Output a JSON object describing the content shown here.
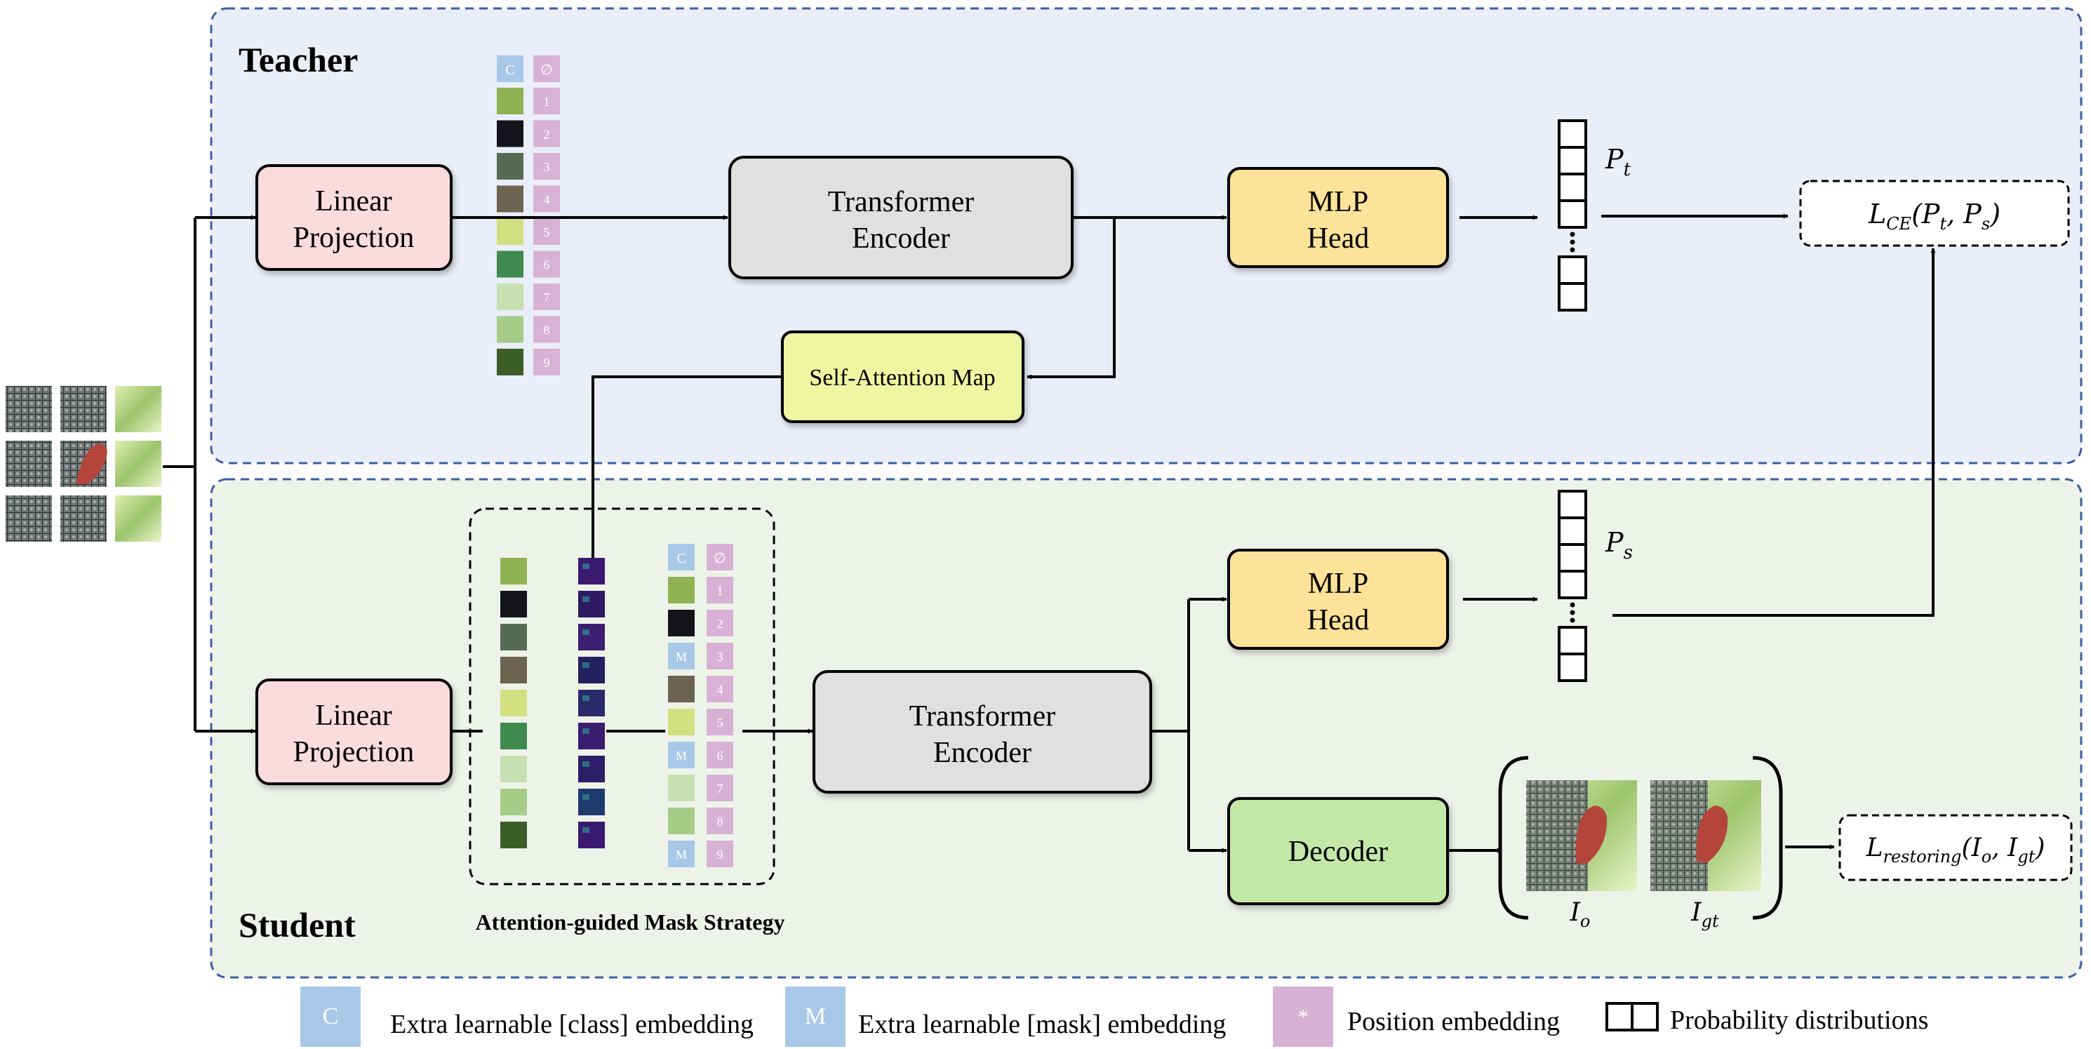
{
  "panels": {
    "teacher_title": "Teacher",
    "student_title": "Student"
  },
  "blocks": {
    "teacher_linear_projection": [
      "Linear",
      "Projection"
    ],
    "teacher_transformer_encoder": [
      "Transformer",
      "Encoder"
    ],
    "teacher_mlp_head": [
      "MLP",
      "Head"
    ],
    "self_attention_map": "Self-Attention Map",
    "student_linear_projection": [
      "Linear",
      "Projection"
    ],
    "student_transformer_encoder": [
      "Transformer",
      "Encoder"
    ],
    "student_mlp_head": [
      "MLP",
      "Head"
    ],
    "decoder": "Decoder"
  },
  "tokens": {
    "class_symbol": "C",
    "mask_symbol": "M",
    "position_empty": "∅",
    "position_numbers": [
      "1",
      "2",
      "3",
      "4",
      "5",
      "6",
      "7",
      "8",
      "9"
    ],
    "teacher_patch_colors": [
      "#8fb253",
      "#15141b",
      "#566b54",
      "#6c6450",
      "#d3e082",
      "#3e8a4f",
      "#c7e0b3",
      "#a6cc88",
      "#3b5e28"
    ],
    "student_patch_colors": [
      "#8fb253",
      "#15141b",
      "#566b54",
      "#6c6450",
      "#d3e082",
      "#3e8a4f",
      "#c7e0b3",
      "#a6cc88",
      "#3b5e28"
    ],
    "student_masked_sequence": [
      "#8fb253",
      "#15141b",
      "M",
      "#6c6450",
      "#d3e082",
      "M",
      "#c7e0b3",
      "#a6cc88",
      "M"
    ],
    "attention_colors": [
      "#3a1a6e",
      "#2e1b63",
      "#3d1f72",
      "#24215f",
      "#2a2a6a",
      "#3b1d70",
      "#2c1e66",
      "#1f3a6d",
      "#3a1a6e"
    ]
  },
  "labels": {
    "p_t": "P",
    "p_t_sub": "t",
    "p_s": "P",
    "p_s_sub": "s",
    "loss_ce_main": "L",
    "loss_ce_sub": "CE",
    "loss_ce_args": "(P",
    "loss_ce_t": "t",
    "loss_ce_comma": ", P",
    "loss_ce_s": "s",
    "loss_ce_close": ")",
    "loss_restore_main": "L",
    "loss_restore_sub": "restoring",
    "loss_restore_args": "(I",
    "loss_restore_o": "o",
    "loss_restore_comma": ", I",
    "loss_restore_gt": "gt",
    "loss_restore_close": ")",
    "i_o": "I",
    "i_o_sub": "o",
    "i_gt": "I",
    "i_gt_sub": "gt",
    "mask_strategy": "Attention-guided Mask Strategy"
  },
  "legend": {
    "class_symbol": "C",
    "class_label": "Extra learnable [class] embedding",
    "mask_symbol": "M",
    "mask_label": "Extra learnable [mask] embedding",
    "position_symbol": "*",
    "position_label": "Position embedding",
    "prob_label": "Probability distributions"
  },
  "colors": {
    "teacher_bg": "#eaeef8",
    "student_bg": "#eef3e9",
    "panel_border": "#3b5ea8",
    "linear_fill": "#fadcdc",
    "transformer_fill": "#e0e0e0",
    "mlp_fill": "#fde29a",
    "attention_fill": "#eef6a1",
    "decoder_fill": "#c4e8a8",
    "class_token": "#a8c8e8",
    "position_token": "#d8b2d4"
  }
}
